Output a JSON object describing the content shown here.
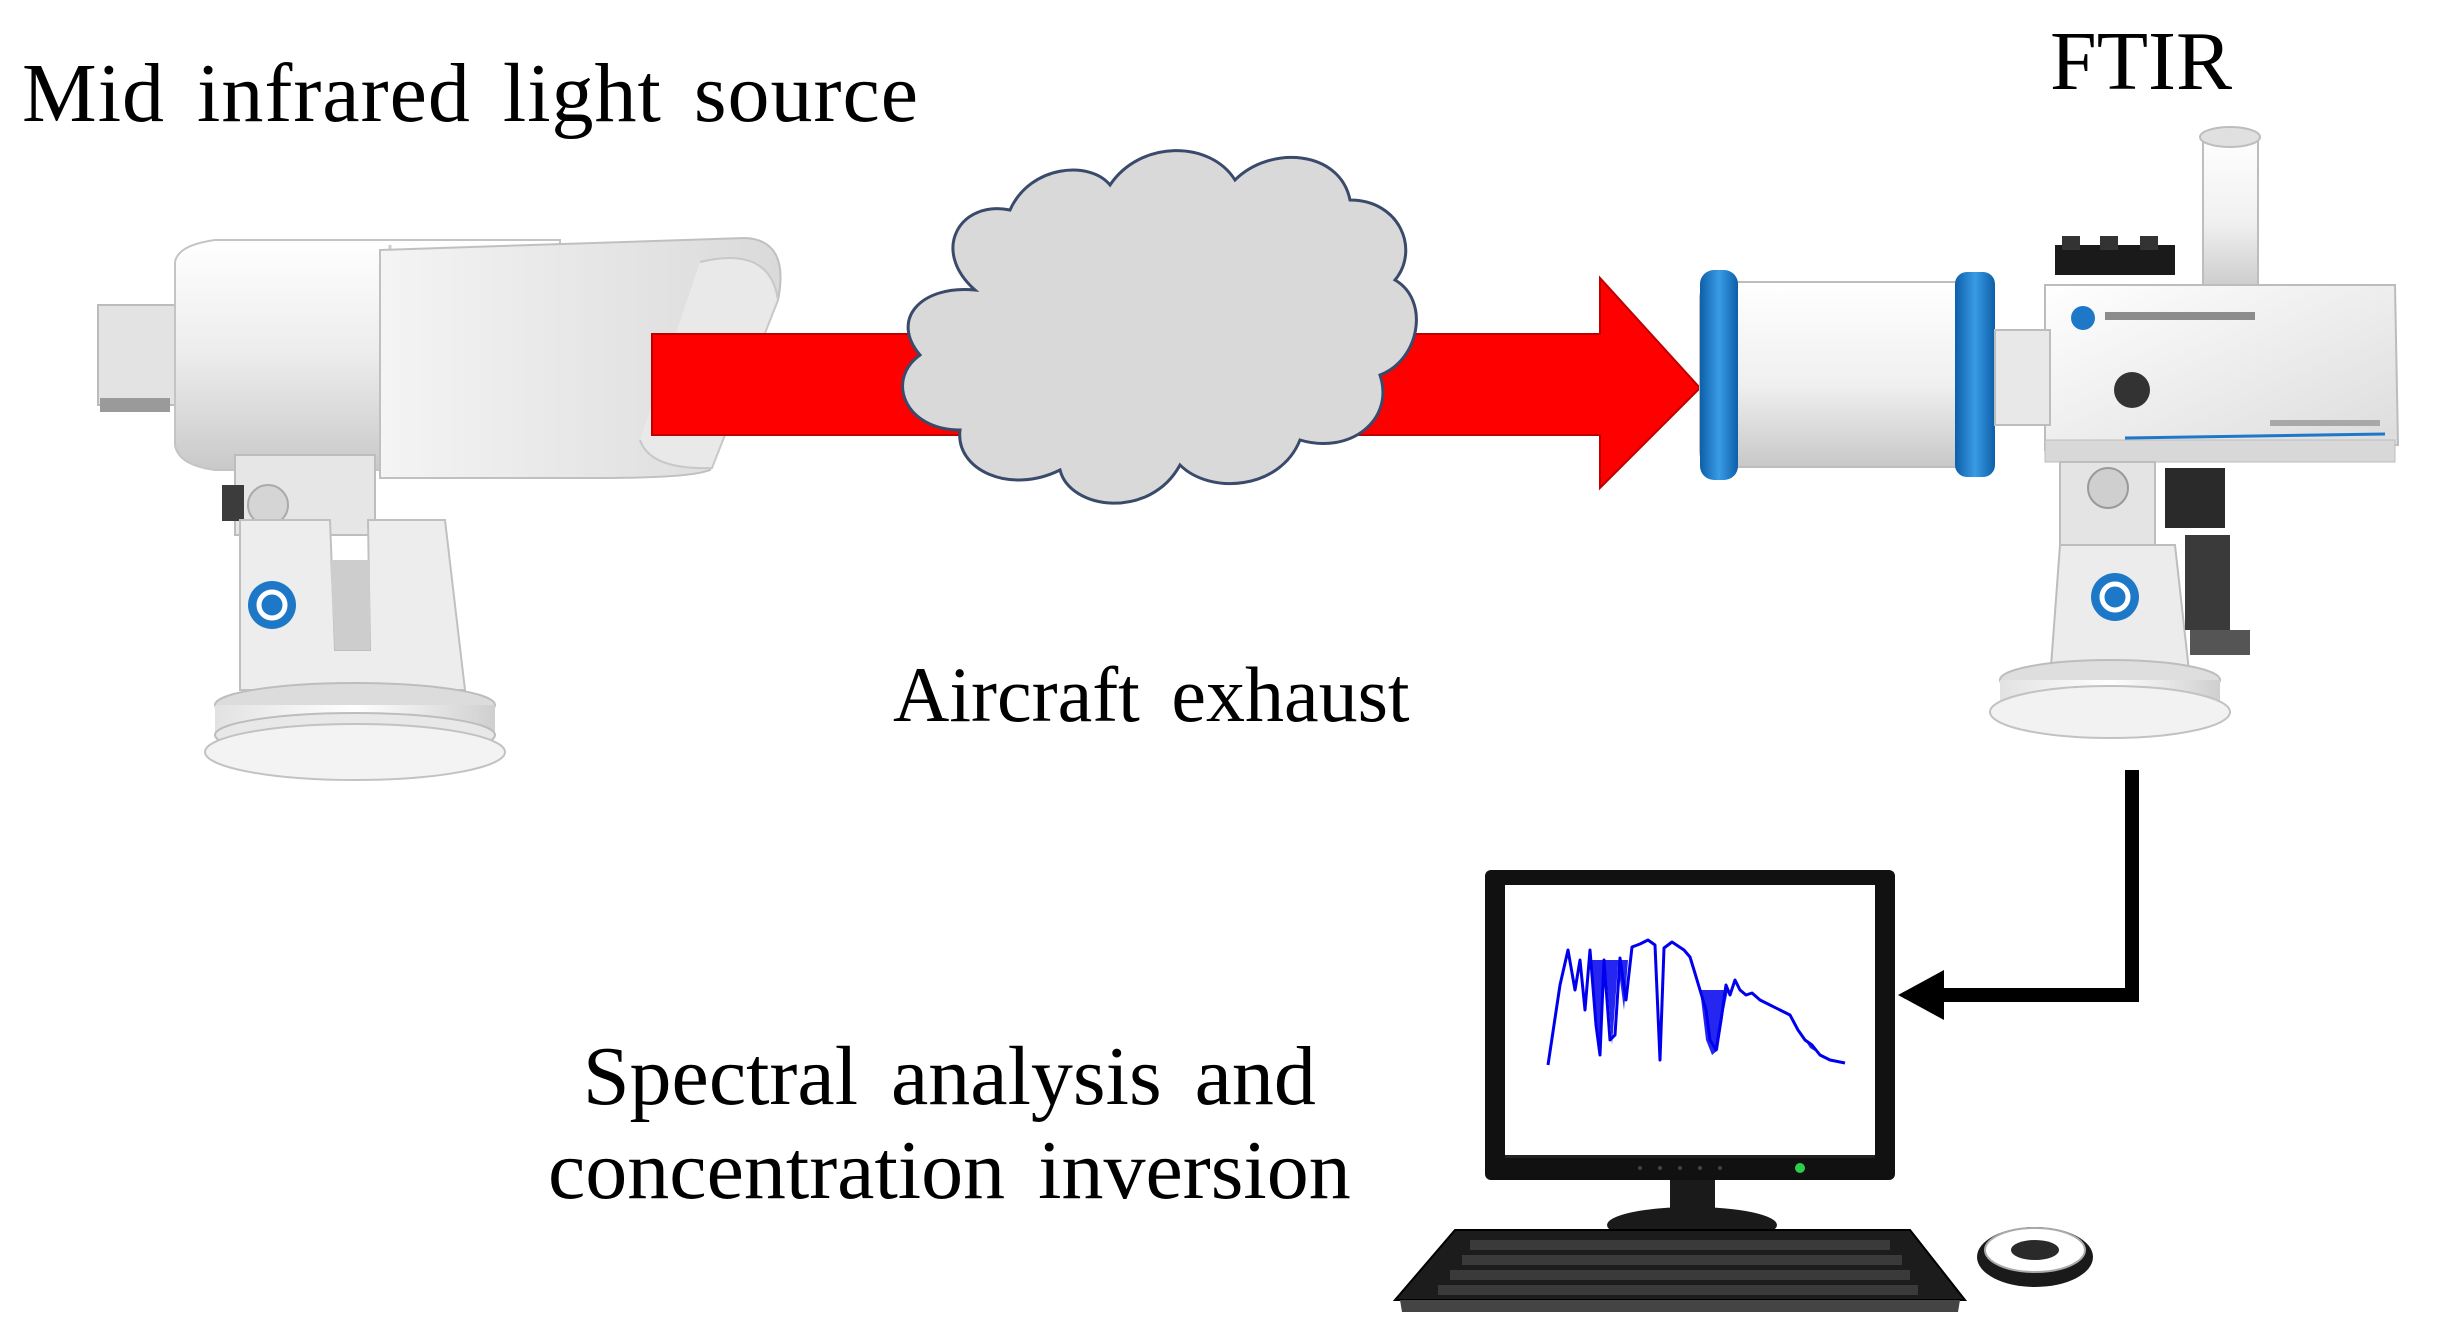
{
  "labels": {
    "light_source": "Mid infrared light source",
    "ftir": "FTIR",
    "exhaust": "Aircraft exhaust",
    "analysis_line1": "Spectral analysis and",
    "analysis_line2": "concentration inversion"
  },
  "colors": {
    "beam": "#ff0000",
    "cloud_fill": "#d9d9d9",
    "cloud_stroke": "#3a4a6b",
    "instrument_body": "#f2f2f2",
    "instrument_accent": "#1e78c8",
    "connector": "#000000",
    "spectrum_line": "#0000ee",
    "screen_bg": "#ffffff",
    "monitor_frame": "#111111"
  },
  "icons": {
    "light_source": "ir-source-telescope-icon",
    "ftir": "ftir-spectrometer-icon",
    "cloud": "exhaust-cloud-icon",
    "computer": "desktop-computer-icon",
    "arrow": "beam-arrow-icon",
    "connector": "data-cable-arrow-icon"
  }
}
